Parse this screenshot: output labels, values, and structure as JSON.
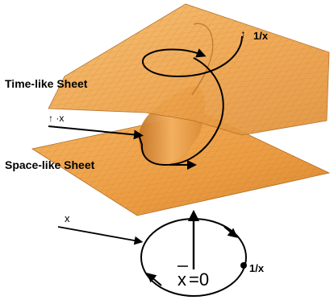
{
  "colors": {
    "sheet_light": "#f6b35e",
    "sheet_mid": "#e9963d",
    "sheet_dark": "#c97a2c",
    "grid": "#8a5a22",
    "ink": "#000000"
  },
  "labels": {
    "timelike": "Time-like Sheet",
    "spacelike": "Space-like Sheet",
    "arrow_up_top": "↑",
    "top_marker": "1/x",
    "mid_marker": "↑ ·x",
    "axis_x": "x",
    "origin_bar": "x",
    "origin_eq": "=0",
    "bottom_marker": "1/x"
  }
}
